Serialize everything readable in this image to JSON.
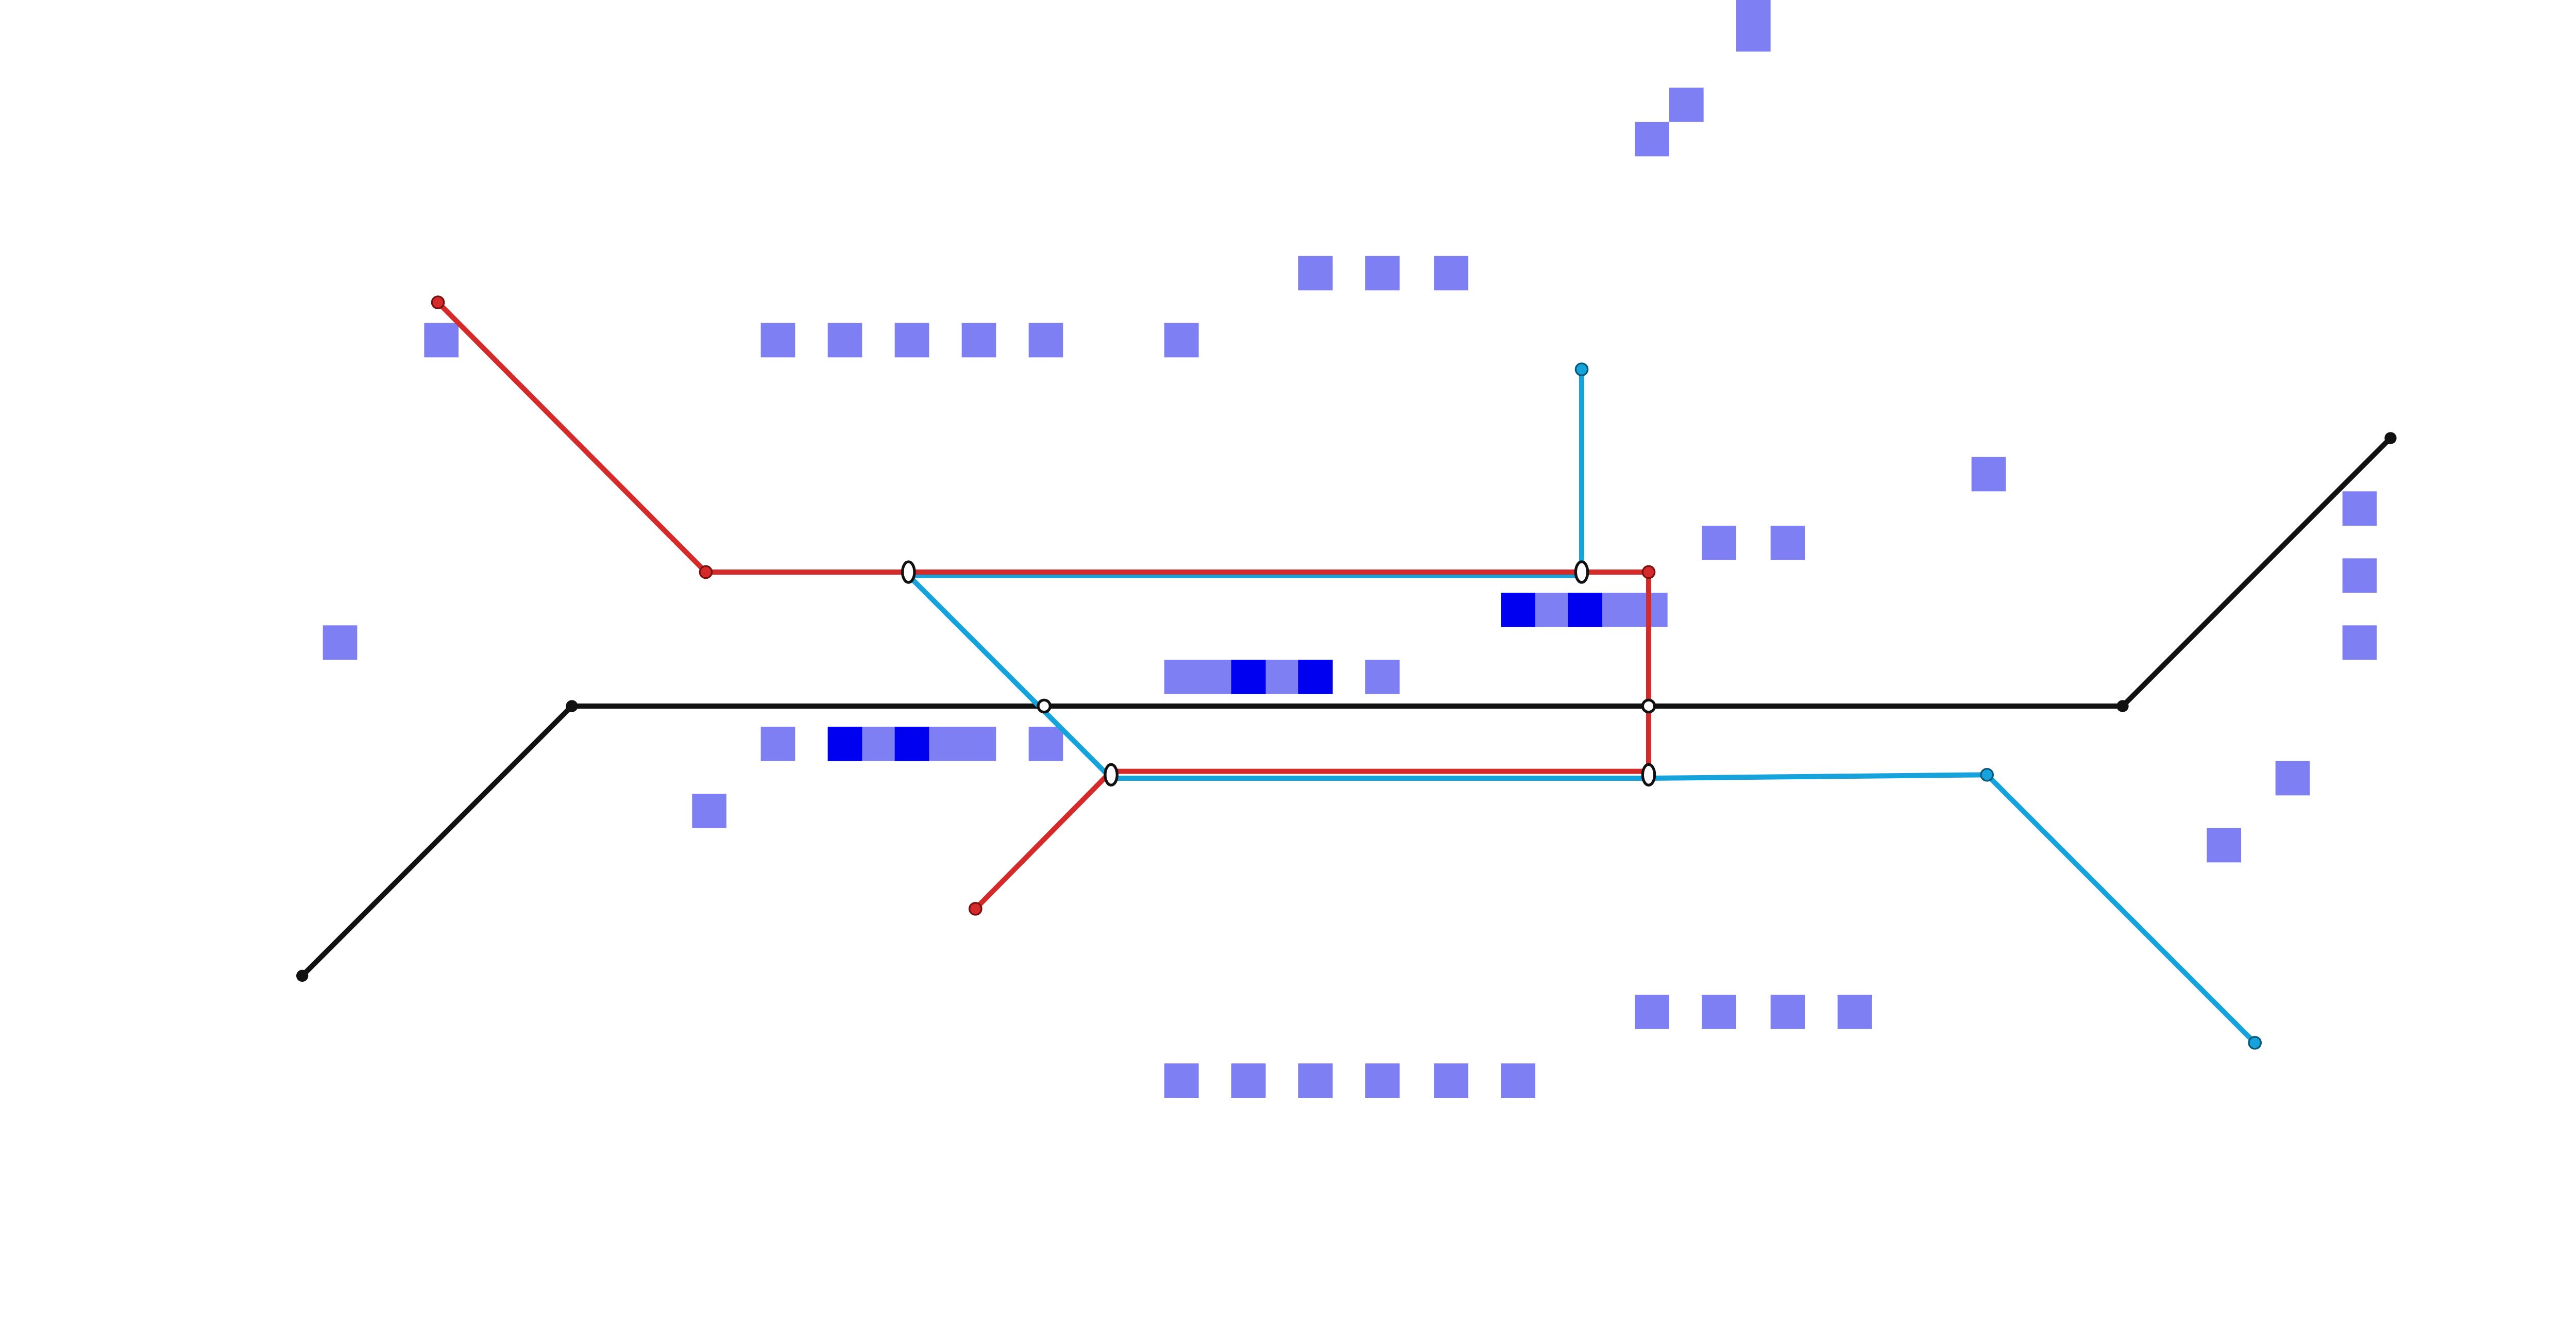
{
  "diagram": {
    "type": "transit-network-schematic",
    "background": "#ffffff",
    "colors": {
      "red_line": "#d42a2a",
      "blue_line": "#16a3dc",
      "black_line": "#111111",
      "marker_light": "#7f7ff4",
      "marker_dark": "#0000f0",
      "interchange_fill": "#ffffff"
    },
    "lines": [
      {
        "name": "red",
        "color": "#d42a2a"
      },
      {
        "name": "blue",
        "color": "#16a3dc"
      },
      {
        "name": "black",
        "color": "#111111"
      }
    ]
  }
}
